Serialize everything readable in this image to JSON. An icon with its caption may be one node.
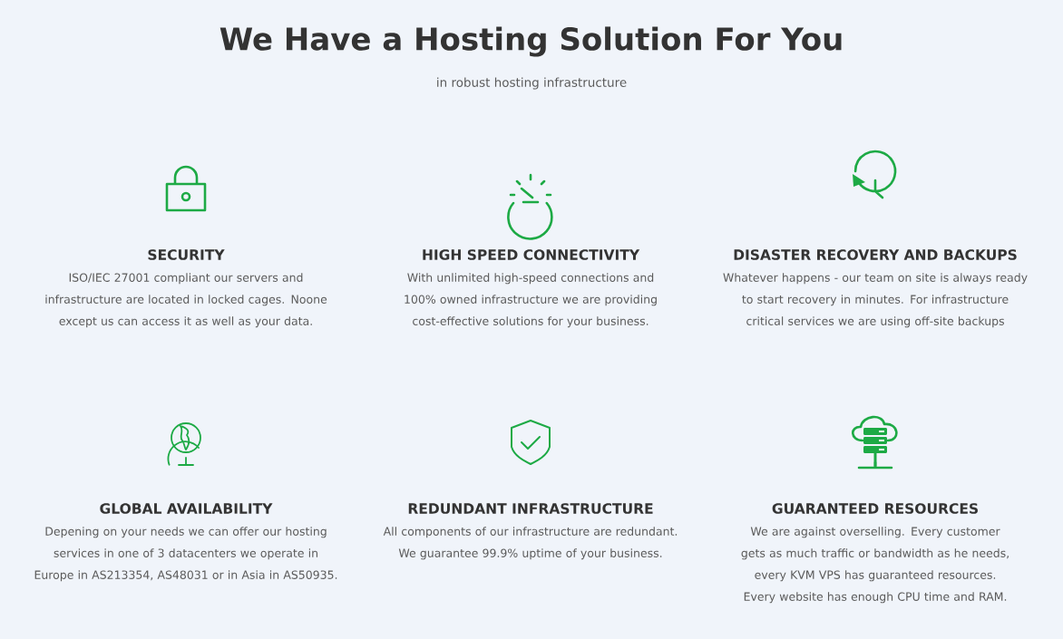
{
  "diagram": {
    "title": "We Have a Hosting Solution For You",
    "labels": [
      "in robust hosting infrastructure",
      "SECURITY",
      "ISO/IEC 27001 compliant our servers and infrastructure are located in locked cages. Noone except us can access it as well as your data.",
      "HIGH SPEED CONNECTIVITY",
      "With unlimited high-speed connections and 100% owned infrastructure we are providing cost-effective solutions for your business.",
      "DISASTER RECOVERY AND BACKUPS",
      "Whatever happens - our team on site is always ready to start recovery in minutes. For infrastructure critical services we are using off-site backups",
      "GLOBAL AVAILABILITY",
      "Depening on your needs we can offer our hosting services in one of 3 datacenters we operate in Europe in AS213354, AS48031 or in Asia in AS50935.",
      "REDUNDANT INFRASTRUCTURE",
      "All components of our infrastructure are redundant. We guarantee 99.9% uptime of your business.",
      "GUARANTEED RESOURCES",
      "We are against overselling. Every customer gets as much traffic or bandwidth as he needs, every KVM VPS has guaranteed resources. Every website has enough CPU time and RAM."
    ]
  }
}
